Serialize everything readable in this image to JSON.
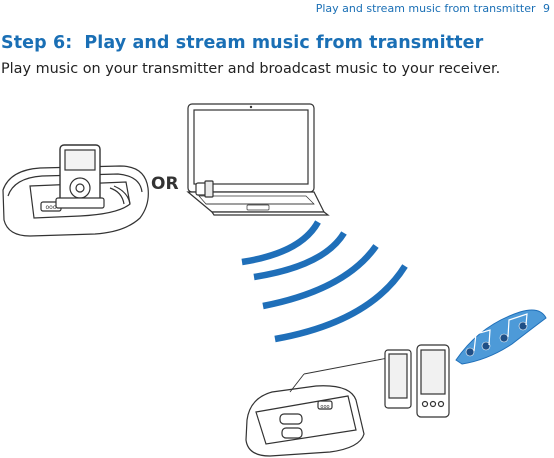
{
  "header": {
    "running_title": "Play and stream music from transmitter",
    "page_number": "9"
  },
  "step": {
    "number": "Step 6:",
    "title": "Play and stream music from transmitter",
    "description": "Play music on your transmitter and broadcast music to your receiver."
  },
  "illustration": {
    "or_label": "OR",
    "accent_color": "#1f6fb9",
    "icons": [
      "ipod-dock-transmitter-icon",
      "laptop-with-usb-transmitter-icon",
      "wireless-signal-icon",
      "receiver-base-icon",
      "speakers-icon",
      "music-notes-icon"
    ]
  }
}
